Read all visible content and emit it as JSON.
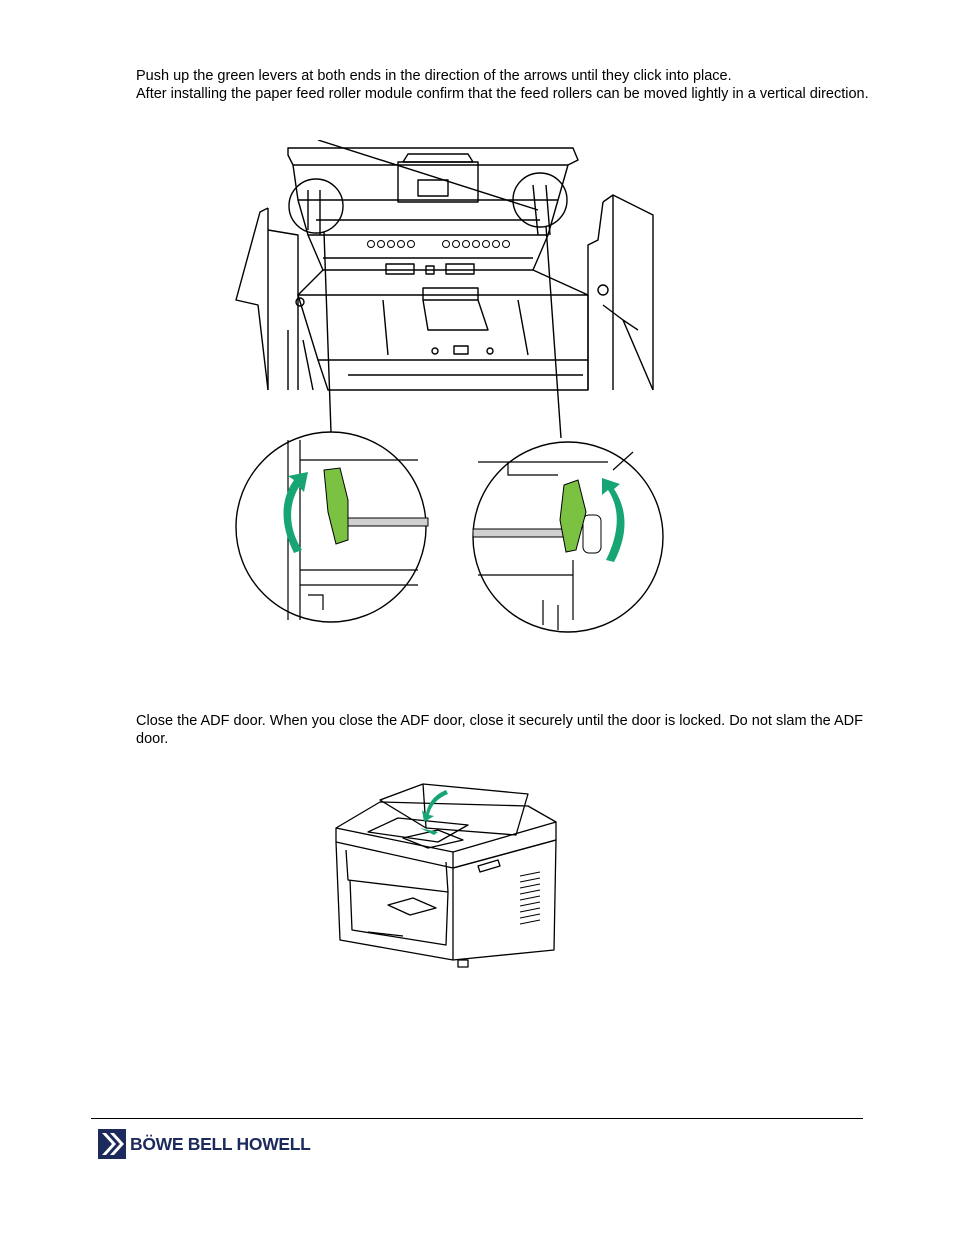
{
  "instructions": {
    "step1_line1": "Push up the green levers at both ends in the direction of the arrows until they click into place.",
    "step1_line2": "After installing the paper feed roller module confirm that the feed rollers can be moved lightly in a vertical direction.",
    "step2": "Close the ADF door.  When you close the ADF door, close it securely until the door is locked. Do not slam the ADF door."
  },
  "footer": {
    "brand": "BÖWE BELL HOWELL"
  },
  "colors": {
    "lever_green": "#7cc242",
    "arrow_teal": "#17a673",
    "brand_navy": "#1d2a5c"
  }
}
